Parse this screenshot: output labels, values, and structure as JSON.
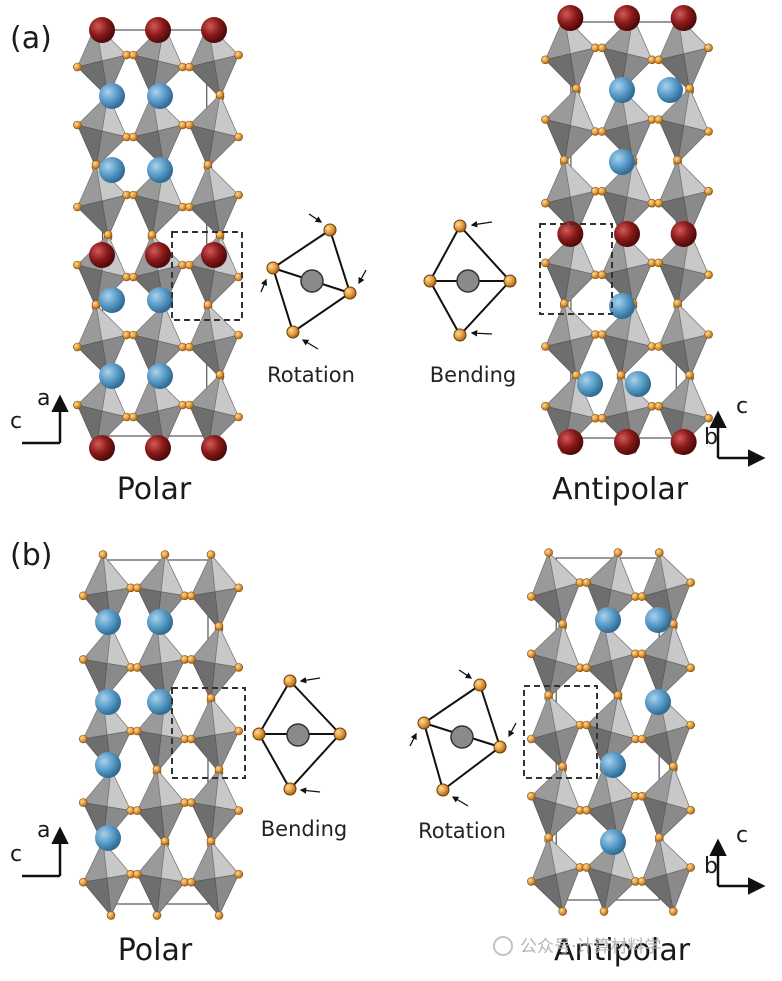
{
  "panels": [
    {
      "id": "a",
      "label": "(a)",
      "left_title": "Polar",
      "right_title": "Antipolar",
      "left_mode": "Rotation",
      "right_mode": "Bending",
      "left_axes": {
        "horizontal": "c",
        "vertical": "a"
      },
      "right_axes": {
        "horizontal": "b",
        "vertical": "c"
      }
    },
    {
      "id": "b",
      "label": "(b)",
      "left_title": "Polar",
      "right_title": "Antipolar",
      "left_mode": "Bending",
      "right_mode": "Rotation",
      "left_axes": {
        "horizontal": "c",
        "vertical": "a"
      },
      "right_axes": {
        "horizontal": "b",
        "vertical": "c"
      }
    }
  ],
  "watermark": "公众号·计算材料学",
  "colors": {
    "octahedron": "#a9a9a9",
    "octahedron_dark": "#6e6e6e",
    "oxygen": "#e39a3c",
    "a_site_blue": "#5a9cc8",
    "a_site_red": "#8b1a1a",
    "center_atom": "#8a8a8a"
  }
}
